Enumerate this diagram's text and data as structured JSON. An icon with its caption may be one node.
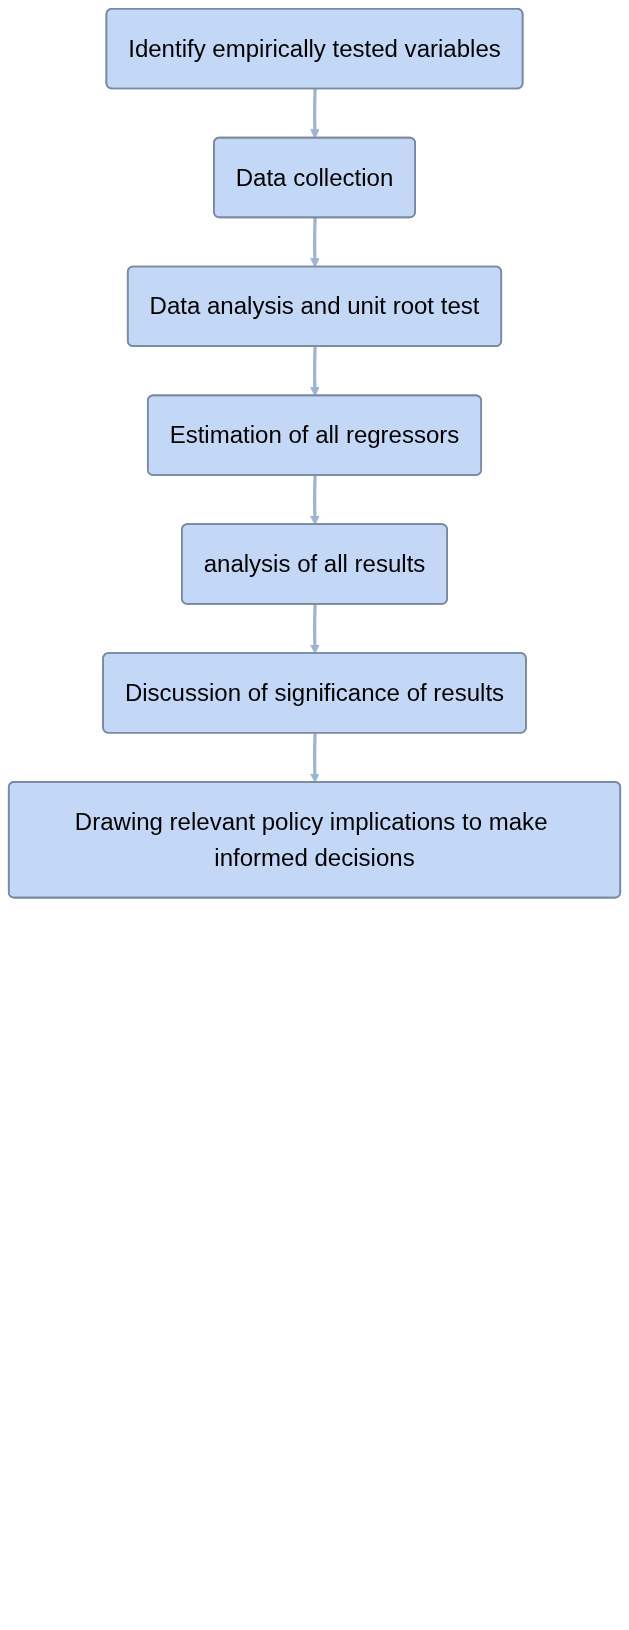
{
  "diagram": {
    "nodes": [
      {
        "text": [
          "Identify empirically tested variables"
        ]
      },
      {
        "text": [
          "Data collection"
        ]
      },
      {
        "text": [
          "Data analysis and unit root test"
        ]
      },
      {
        "text": [
          "Estimation of all regressors"
        ]
      },
      {
        "text": [
          "analysis of all results"
        ]
      },
      {
        "text": [
          "Discussion of significance of results"
        ]
      },
      {
        "text": [
          "Drawing relevant policy implications to make informed decisions"
        ]
      }
    ],
    "edges": [
      {
        "from": 0,
        "to": 1,
        "arrow": "to"
      },
      {
        "from": 1,
        "to": 2,
        "arrow": "to"
      },
      {
        "from": 2,
        "to": 3,
        "arrow": "to"
      },
      {
        "from": 3,
        "to": 4,
        "arrow": "to"
      },
      {
        "from": 4,
        "to": 5,
        "arrow": "to"
      },
      {
        "from": 5,
        "to": 6,
        "arrow": "to"
      }
    ]
  }
}
